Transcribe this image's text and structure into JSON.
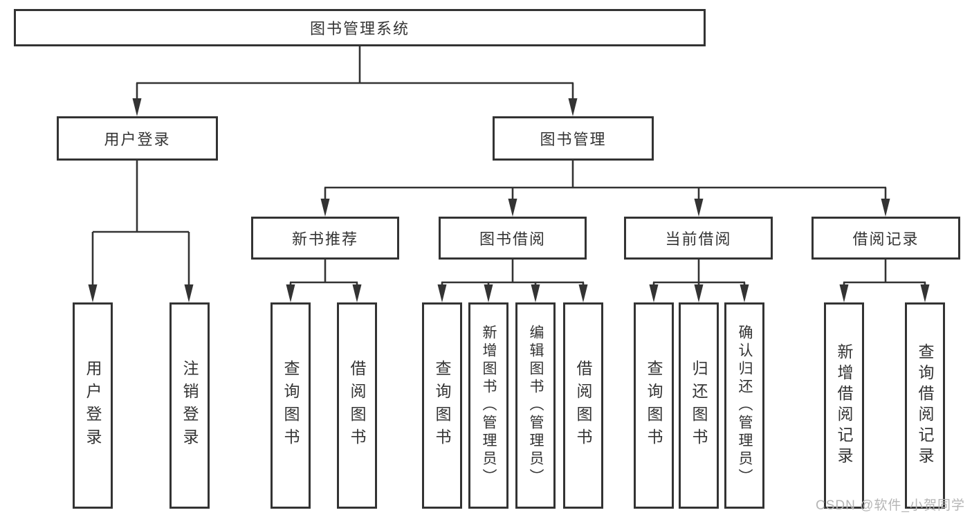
{
  "colors": {
    "line": "#333333",
    "box_border": "#333333",
    "text": "#333333",
    "watermark": "#b5b5b5",
    "background": "#ffffff"
  },
  "watermark": "CSDN @软件_小贺同学",
  "tree": {
    "root": "图书管理系统",
    "login": {
      "label": "用户登录",
      "children": [
        "用户登录",
        "注销登录"
      ]
    },
    "mgmt": {
      "label": "图书管理",
      "sections": [
        {
          "label": "新书推荐",
          "children": [
            "查询图书",
            "借阅图书"
          ]
        },
        {
          "label": "图书借阅",
          "children": [
            "查询图书",
            "新增图书（管理员）",
            "编辑图书（管理员）",
            "借阅图书"
          ]
        },
        {
          "label": "当前借阅",
          "children": [
            "查询图书",
            "归还图书",
            "确认归还（管理员）"
          ]
        },
        {
          "label": "借阅记录",
          "children": [
            "新增借阅记录",
            "查询借阅记录"
          ]
        }
      ]
    }
  }
}
